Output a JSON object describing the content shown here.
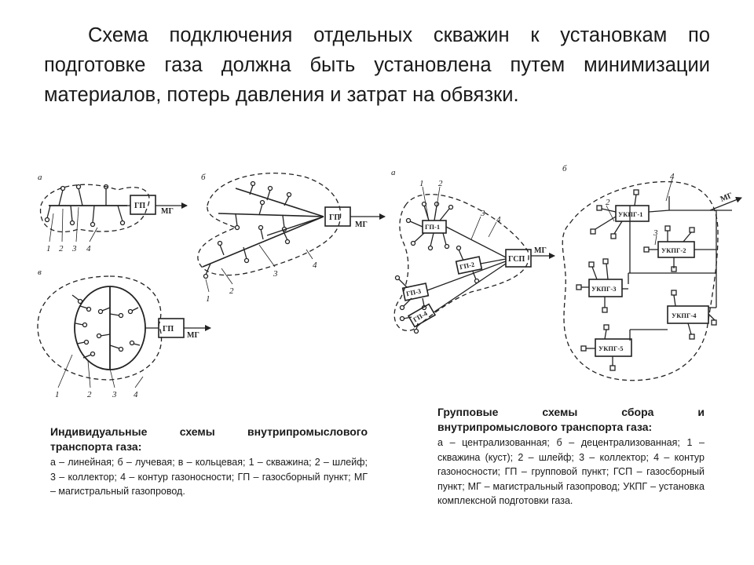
{
  "intro": {
    "text": "Схема подключения отдельных скважин к установкам по подготовке газа должна быть установлена путем минимизации материалов, потерь давления и затрат на обвязки."
  },
  "figure_left": {
    "panel_a": "а",
    "panel_b": "б",
    "panel_v": "в",
    "gp": "ГП",
    "mg": "МГ",
    "n1": "1",
    "n2": "2",
    "n3": "3",
    "n4": "4"
  },
  "figure_right": {
    "panel_a": "а",
    "panel_b": "б",
    "gp1": "ГП-1",
    "gp2": "ГП-2",
    "gp3": "ГП-3",
    "gp4": "ГП-4",
    "gsp": "ГСП",
    "mg": "МГ",
    "ukpg1": "УКПГ-1",
    "ukpg2": "УКПГ-2",
    "ukpg3": "УКПГ-3",
    "ukpg4": "УКПГ-4",
    "ukpg5": "УКПГ-5",
    "n1": "1",
    "n2": "2",
    "n3": "3",
    "n4": "4"
  },
  "caption_left": {
    "title": "Индивидуальные схемы внутрипромыслового транспорта газа:",
    "text": "а – линейная; б – лучевая; в – кольцевая; 1 – скважина; 2 – шлейф; 3 – коллектор; 4 – контур газоносности; ГП – газосборный пункт; МГ – магистральный газопровод."
  },
  "caption_right": {
    "title": "Групповые схемы сбора и внутрипромыслового транспорта газа:",
    "text": "а – централизованная; б – децентрализованная; 1 – скважина (куст); 2 – шлейф; 3 – коллектор; 4 – контур газоносности; ГП – групповой пункт; ГСП – газосборный пункт; МГ – магистральный газопровод; УКПГ – установка комплексной подготовки газа."
  }
}
